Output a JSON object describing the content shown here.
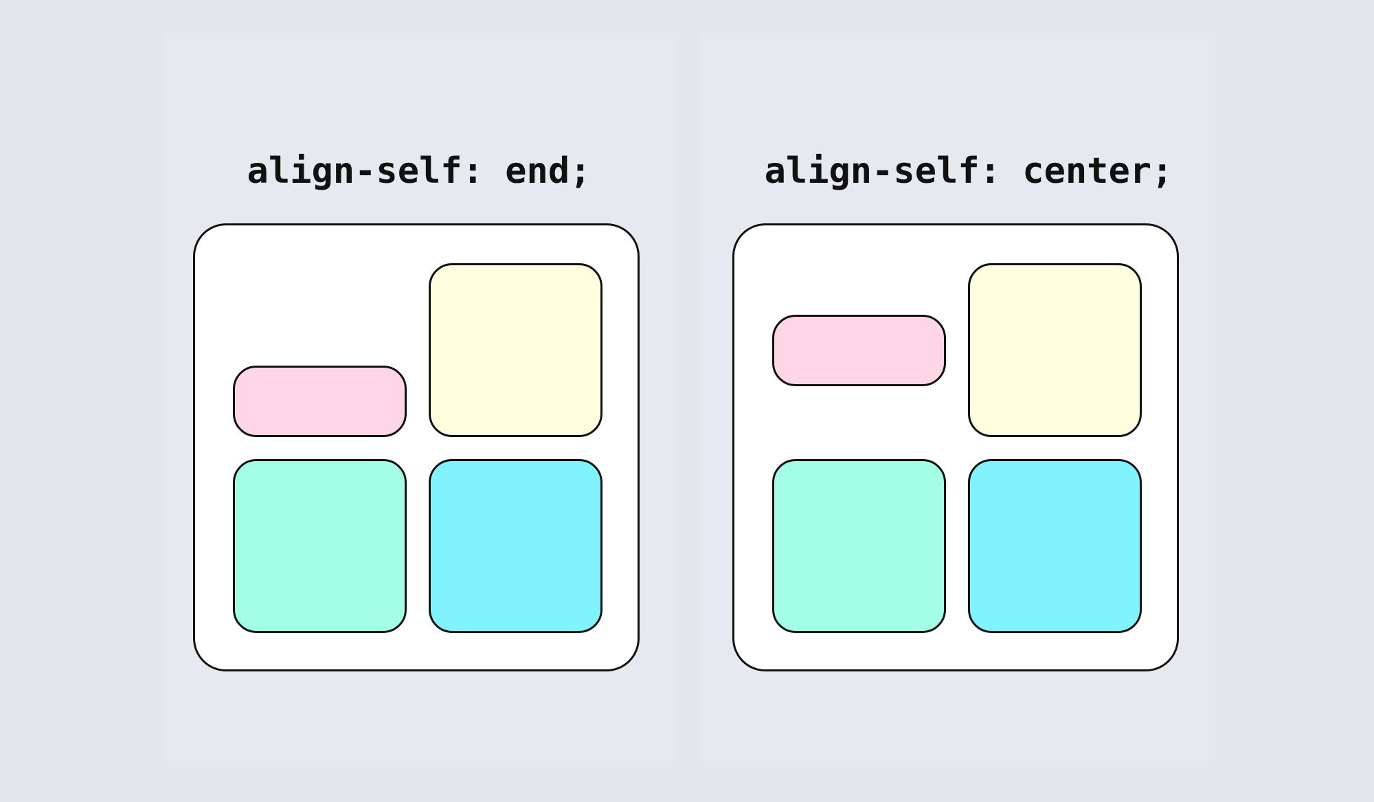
{
  "examples": [
    {
      "caption": "align-self: end;",
      "items": [
        {
          "name": "pink",
          "color": "#ffd6e6"
        },
        {
          "name": "yellow",
          "color": "#fffede"
        },
        {
          "name": "mint",
          "color": "#a3fee5"
        },
        {
          "name": "cyan",
          "color": "#81f3fc"
        }
      ]
    },
    {
      "caption": "align-self: center;",
      "items": [
        {
          "name": "pink",
          "color": "#ffd6e6"
        },
        {
          "name": "yellow",
          "color": "#fffede"
        },
        {
          "name": "mint",
          "color": "#a3fee5"
        },
        {
          "name": "cyan",
          "color": "#81f3fc"
        }
      ]
    }
  ],
  "colors": {
    "background": "#e4e7ee",
    "container": "#ffffff",
    "border": "#111111"
  }
}
